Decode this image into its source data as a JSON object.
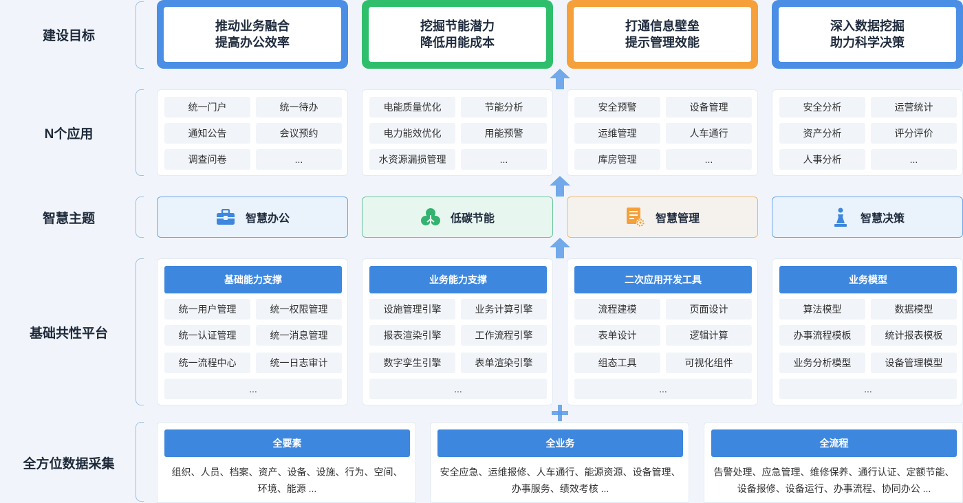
{
  "rows": {
    "goals": "建设目标",
    "apps": "N个应用",
    "themes": "智慧主题",
    "platform": "基础共性平台",
    "data": "全方位数据采集"
  },
  "goals": [
    {
      "line1": "推动业务融合",
      "line2": "提高办公效率",
      "color": "#4a8ee6"
    },
    {
      "line1": "挖掘节能潜力",
      "line2": "降低用能成本",
      "color": "#2fbf6c"
    },
    {
      "line1": "打通信息壁垒",
      "line2": "提示管理效能",
      "color": "#f5a03a"
    },
    {
      "line1": "深入数据挖掘",
      "line2": "助力科学决策",
      "color": "#4a8ee6"
    }
  ],
  "apps": [
    [
      "统一门户",
      "统一待办",
      "通知公告",
      "会议预约",
      "调查问卷",
      "..."
    ],
    [
      "电能质量优化",
      "节能分析",
      "电力能效优化",
      "用能预警",
      "水资源漏损管理",
      "..."
    ],
    [
      "安全预警",
      "设备管理",
      "运维管理",
      "人车通行",
      "库房管理",
      "..."
    ],
    [
      "安全分析",
      "运营统计",
      "资产分析",
      "评分评价",
      "人事分析",
      "..."
    ]
  ],
  "themes": [
    {
      "label": "智慧办公",
      "icon": "briefcase-icon",
      "bg": "#eaf2fc",
      "border": "#6aa6e6",
      "color": "#3d87de"
    },
    {
      "label": "低碳节能",
      "icon": "leaf-cluster-icon",
      "bg": "#e8f6f0",
      "border": "#66c59a",
      "color": "#33b36f"
    },
    {
      "label": "智慧管理",
      "icon": "document-gear-icon",
      "bg": "#f5f2ee",
      "border": "#f1b565",
      "color": "#f5a03a"
    },
    {
      "label": "智慧决策",
      "icon": "chess-piece-icon",
      "bg": "#eaf2fc",
      "border": "#6aa6e6",
      "color": "#3d87de"
    }
  ],
  "platform": [
    {
      "header": "基础能力支撑",
      "items": [
        "统一用户管理",
        "统一权限管理",
        "统一认证管理",
        "统一消息管理",
        "统一流程中心",
        "统一日志审计",
        "..."
      ]
    },
    {
      "header": "业务能力支撑",
      "items": [
        "设施管理引擎",
        "业务计算引擎",
        "报表渲染引擎",
        "工作流程引擎",
        "数字孪生引擎",
        "表单渲染引擎",
        "..."
      ]
    },
    {
      "header": "二次应用开发工具",
      "items": [
        "流程建模",
        "页面设计",
        "表单设计",
        "逻辑计算",
        "组态工具",
        "可视化组件",
        "..."
      ]
    },
    {
      "header": "业务模型",
      "items": [
        "算法模型",
        "数据模型",
        "办事流程模板",
        "统计报表模板",
        "业务分析模型",
        "设备管理模型",
        "..."
      ]
    }
  ],
  "data": [
    {
      "header": "全要素",
      "line1": "组织、人员、档案、资产、设备、设施、行为、空间、",
      "line2": "环境、能源 ..."
    },
    {
      "header": "全业务",
      "line1": "安全应急、运维报修、人车通行、能源资源、设备管理、",
      "line2": "办事服务、绩效考核 ..."
    },
    {
      "header": "全流程",
      "line1": "告警处理、应急管理、维修保养、通行认证、定额节能、",
      "line2": "设备报修、设备运行、办事流程、协同办公 ..."
    }
  ],
  "colors": {
    "accent": "#3d87de",
    "arrow": "#5b9be6"
  }
}
